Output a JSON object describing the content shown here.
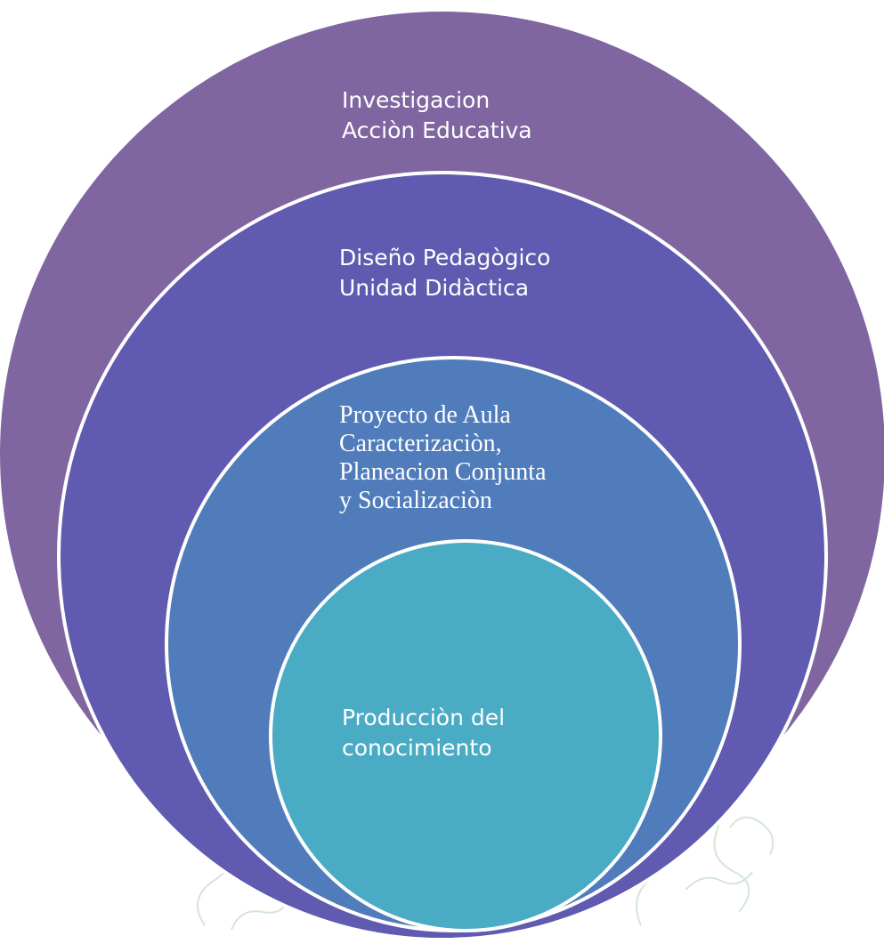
{
  "colors": {
    "outer_circle": "#7f66a0",
    "second_circle": "#605ab0",
    "third_circle": "#507cbb",
    "inner_circle": "#4aabc4",
    "ring_border": "#ffffff",
    "decoration": "#d5e6d7"
  },
  "layers": [
    {
      "lines": [
        "Investigacion",
        "Acciòn Educativa"
      ]
    },
    {
      "lines": [
        "Diseño Pedagògico",
        "Unidad Didàctica"
      ]
    },
    {
      "lines": [
        "Proyecto de Aula",
        "Caracterizaciòn,",
        "Planeacion Conjunta",
        "y Socializaciòn"
      ]
    },
    {
      "lines": [
        "Producciòn del",
        "conocimiento"
      ]
    }
  ]
}
